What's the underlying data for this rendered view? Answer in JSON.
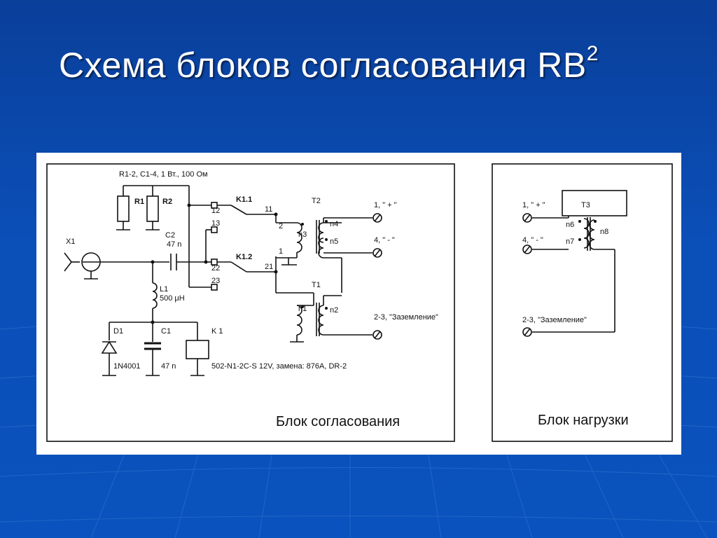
{
  "slide": {
    "title": "Схема блоков согласования RB",
    "title_sup": "2",
    "background_color": "#0b4fb8"
  },
  "matching_block": {
    "caption": "Блок согласования",
    "labels": {
      "rating": "R1-2, C1-4, 1 Вт., 100 Ом",
      "r1": "R1",
      "r2": "R2",
      "k11": "K1.1",
      "k12": "K1.2",
      "c2": "C2",
      "c2_value": "47 n",
      "x1": "X1",
      "pin12": "12",
      "pin13": "13",
      "pin22": "22",
      "pin23": "23",
      "pin11": "11",
      "pin2": "2",
      "pin1": "1",
      "pin21": "21",
      "t2": "T2",
      "t1": "T1",
      "n3": "n3",
      "n4": "n4",
      "n5": "n5",
      "n1": "n1",
      "n2": "n2",
      "out_plus": "1, \" + \"",
      "out_minus": "4, \" - \"",
      "out_ground": "2-3, \"Заземление\"",
      "l1": "L1",
      "l1_value": "500 μH",
      "d1": "D1",
      "c1": "C1",
      "k1": "K 1",
      "d1_value": "1N4001",
      "c1_value": "47 n",
      "relay_note": "502-N1-2C-S 12V, замена: 876A,  DR-2"
    }
  },
  "load_block": {
    "caption": "Блок нагрузки",
    "labels": {
      "t3": "T3",
      "in_plus": "1, \" + \"",
      "in_minus": "4, \" - \"",
      "n6": "n6",
      "n7": "n7",
      "n8": "n8",
      "ground": "2-3, \"Заземление\""
    }
  }
}
